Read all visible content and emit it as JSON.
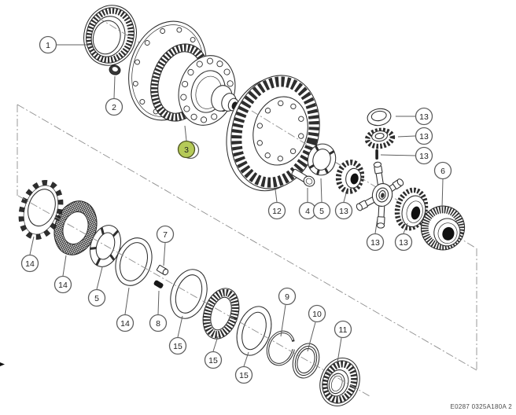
{
  "diagram": {
    "type": "exploded-parts-diagram",
    "footer_code": "E0287 0325A180A 2",
    "highlight": {
      "fill": "#b5ca58",
      "stroke": "#4d541f"
    },
    "colors": {
      "art_line": "#2e2e2e",
      "callout_line": "#5f5f5f",
      "guide_line": "#8f8f8f",
      "code_text": "#4b4b4b"
    },
    "callouts": [
      {
        "label": "1"
      },
      {
        "label": "2"
      },
      {
        "label": "3",
        "highlighted": true
      },
      {
        "label": "12"
      },
      {
        "label": "4"
      },
      {
        "label": "5"
      },
      {
        "label": "13"
      },
      {
        "label": "13"
      },
      {
        "label": "13"
      },
      {
        "label": "13"
      },
      {
        "label": "13"
      },
      {
        "label": "13"
      },
      {
        "label": "6"
      },
      {
        "label": "14"
      },
      {
        "label": "14"
      },
      {
        "label": "5"
      },
      {
        "label": "14"
      },
      {
        "label": "7"
      },
      {
        "label": "8"
      },
      {
        "label": "15"
      },
      {
        "label": "15"
      },
      {
        "label": "15"
      },
      {
        "label": "9"
      },
      {
        "label": "10"
      },
      {
        "label": "11"
      }
    ]
  }
}
